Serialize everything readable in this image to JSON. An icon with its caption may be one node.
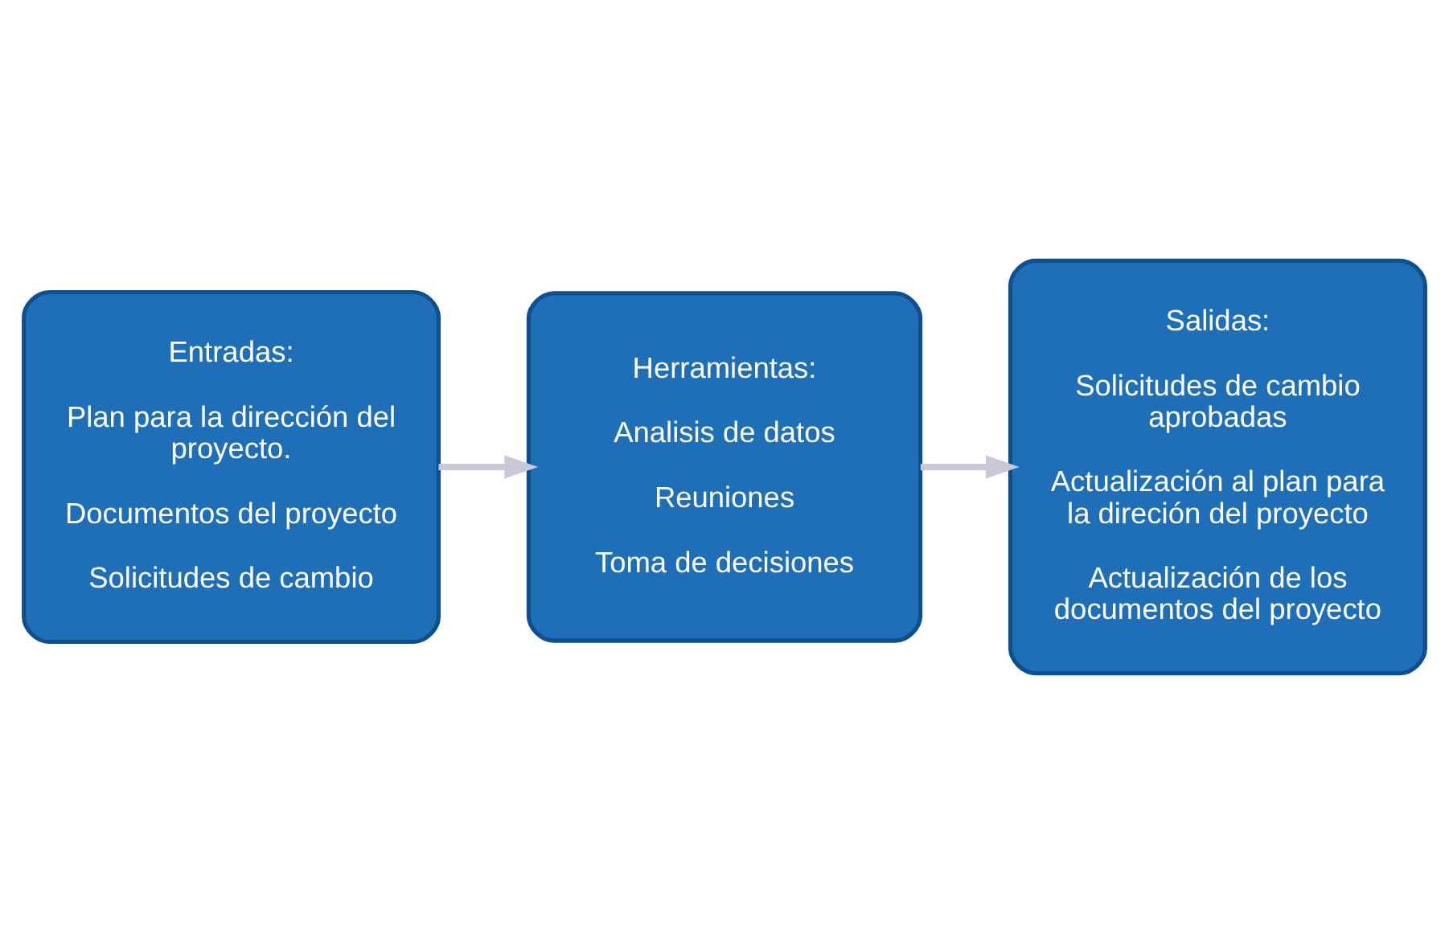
{
  "diagram": {
    "nodes": [
      {
        "text": [
          "Entradas:",
          "Plan para la dirección del proyecto.",
          "Documentos del proyecto",
          "Solicitudes de cambio"
        ]
      },
      {
        "text": [
          "Herramientas:",
          "Analisis de datos",
          "Reuniones",
          "Toma de decisiones"
        ]
      },
      {
        "text": [
          "Salidas:",
          "Solicitudes de cambio aprobadas",
          "Actualización al plan para la direción del proyecto",
          "Actualización de los documentos del proyecto"
        ]
      }
    ],
    "edges": [
      {
        "from": 0,
        "to": 1,
        "arrow": "to"
      },
      {
        "from": 1,
        "to": 2,
        "arrow": "to"
      }
    ]
  }
}
